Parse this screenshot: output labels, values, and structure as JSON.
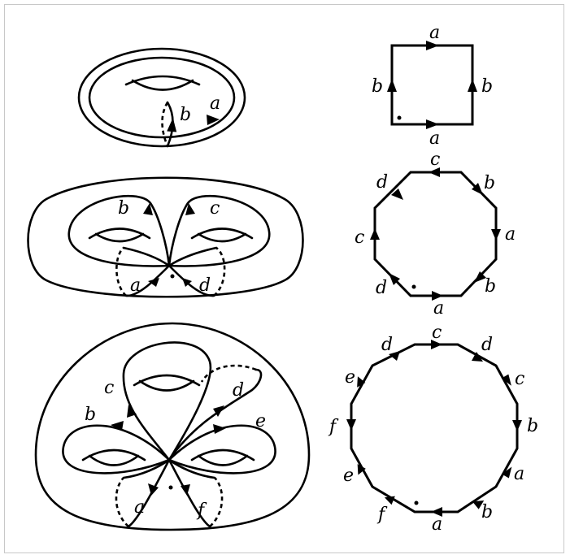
{
  "labels": {
    "torus": {
      "a": "a",
      "b": "b"
    },
    "square": {
      "top": "a",
      "bottom": "a",
      "left": "b",
      "right": "b"
    },
    "genus2": {
      "a": "a",
      "b": "b",
      "c": "c",
      "d": "d"
    },
    "octagon": {
      "top": "c",
      "top_right": "b",
      "right": "a",
      "bottom_right": "b",
      "bottom": "a",
      "bottom_left": "d",
      "left": "c",
      "top_left": "d"
    },
    "genus3": {
      "a": "a",
      "b": "b",
      "c": "c",
      "d": "d",
      "e": "e",
      "f": "f"
    },
    "dodecagon": {
      "top": "c",
      "top_right": "d",
      "right_upper": "c",
      "right": "b",
      "right_lower": "a",
      "bottom_right": "b",
      "bottom": "a",
      "bottom_left": "f",
      "left_lower": "e",
      "left": "f",
      "left_upper": "e",
      "top_left": "d"
    }
  }
}
